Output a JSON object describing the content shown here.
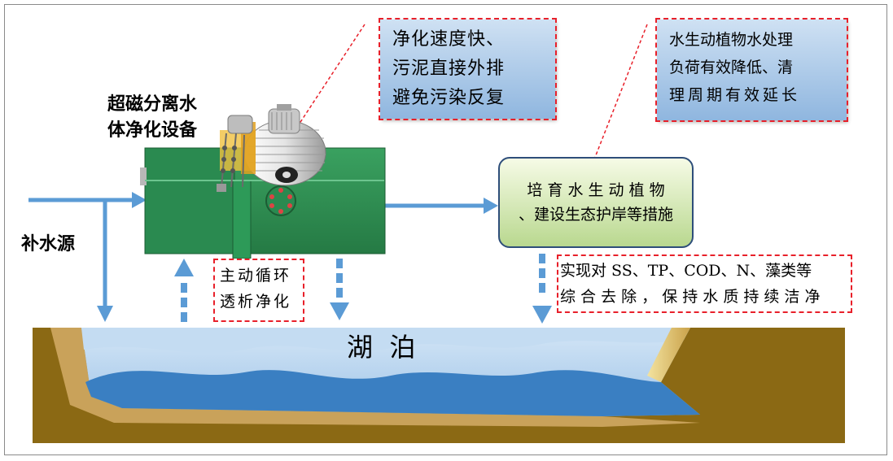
{
  "title_device": [
    "超磁分离水",
    "体净化设备"
  ],
  "source_label": "补水源",
  "note_top_middle": [
    "净化速度快、",
    "污泥直接外排",
    "避免污染反复"
  ],
  "note_top_right": [
    "水生动植物水处理",
    "负荷有效降低、清",
    "理周期有效延长"
  ],
  "green_box": [
    "培 育 水 生 动 植 物",
    "、建设生态护岸等措施"
  ],
  "note_cycle": [
    "主动循环",
    "透析净化"
  ],
  "note_removal": [
    "实现对 SS、TP、COD、N、藻类等",
    "综 合 去 除 ， 保 持 水 质 持 续 洁 净"
  ],
  "lake_label": "湖  泊",
  "colors": {
    "arrow_blue": "#5b9bd5",
    "dashed_red": "#e8202a",
    "equipment_green": "#2e8b4f",
    "soil_brown": "#8b6914",
    "water_light": "#a9cbea",
    "water_dark": "#3a7fc2"
  }
}
